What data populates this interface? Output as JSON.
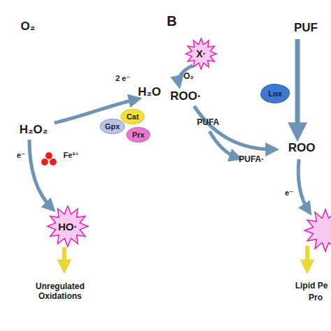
{
  "diagram": {
    "nodes": [
      {
        "text": [
          "Gpx"
        ]
      },
      {
        "text": [
          "Cat"
        ]
      },
      {
        "text": [
          "Prx"
        ]
      },
      {
        "text": [
          "HO·"
        ]
      },
      {
        "text": [
          "X·"
        ]
      },
      {
        "text": [
          "Lox"
        ]
      }
    ],
    "labels": [
      "O₂",
      "H₂O",
      "2 e⁻",
      "H₂O₂",
      "e⁻",
      "Fe²⁺",
      "Unregulated Oxidations",
      "B",
      "PUF",
      "O₂",
      "ROO·",
      "PUFA",
      "PUFA·",
      "ROO",
      "e⁻",
      "Lipid Pe",
      "Pro"
    ]
  }
}
